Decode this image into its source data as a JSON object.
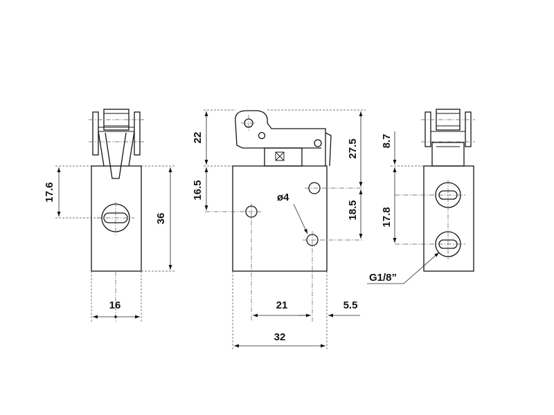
{
  "dimensions": {
    "left_height_17_6": "17.6",
    "left_height_36": "36",
    "left_width_16": "16",
    "front_lever_22": "22",
    "front_port_16_5": "16.5",
    "front_hole_diameter": "ø4",
    "front_top_27_5": "27.5",
    "front_ports_18_5": "18.5",
    "front_spacing_21": "21",
    "front_offset_5_5": "5.5",
    "front_width_32": "32",
    "right_top_8_7": "8.7",
    "right_ports_17_8": "17.8",
    "right_thread": "G1/8”"
  }
}
